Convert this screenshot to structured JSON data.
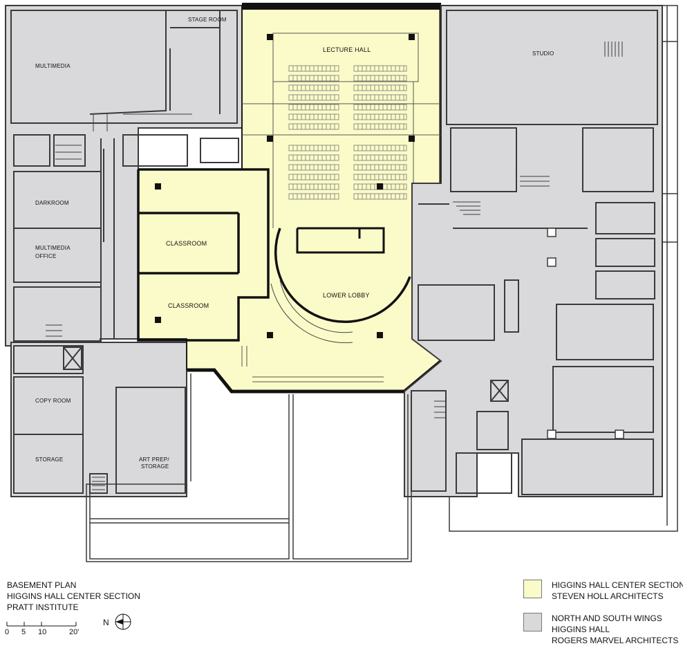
{
  "rooms": {
    "stage_room": "STAGE ROOM",
    "multimedia": "MULTIMEDIA",
    "lecture_hall": "LECTURE HALL",
    "studio": "STUDIO",
    "darkroom": "DARKROOM",
    "multimedia_office_line1": "MULTIMEDIA",
    "multimedia_office_line2": "OFFICE",
    "classroom_upper": "CLASSROOM",
    "classroom_lower": "CLASSROOM",
    "lower_lobby": "LOWER LOBBY",
    "copy_room": "COPY ROOM",
    "storage": "STORAGE",
    "art_prep_line1": "ART PREP/",
    "art_prep_line2": "STORAGE"
  },
  "title_block": {
    "line1": "BASEMENT PLAN",
    "line2": "HIGGINS HALL CENTER SECTION",
    "line3": "PRATT INSTITUTE"
  },
  "scale_bar": {
    "labels": [
      "0",
      "5",
      "10",
      "20'"
    ]
  },
  "north_arrow": {
    "label": "N"
  },
  "legend": [
    {
      "line1": "HIGGINS HALL CENTER SECTION",
      "line2": "STEVEN HOLL ARCHITECTS",
      "line3": "",
      "color": "#fafbc8"
    },
    {
      "line1": "NORTH AND SOUTH WINGS",
      "line2": "HIGGINS HALL",
      "line3": "ROGERS MARVEL ARCHITECTS",
      "color": "#d9d9db"
    }
  ],
  "colors": {
    "center_fill": "#fafbc8",
    "wing_fill": "#d9d9db",
    "wall": "#3a3a3a"
  }
}
